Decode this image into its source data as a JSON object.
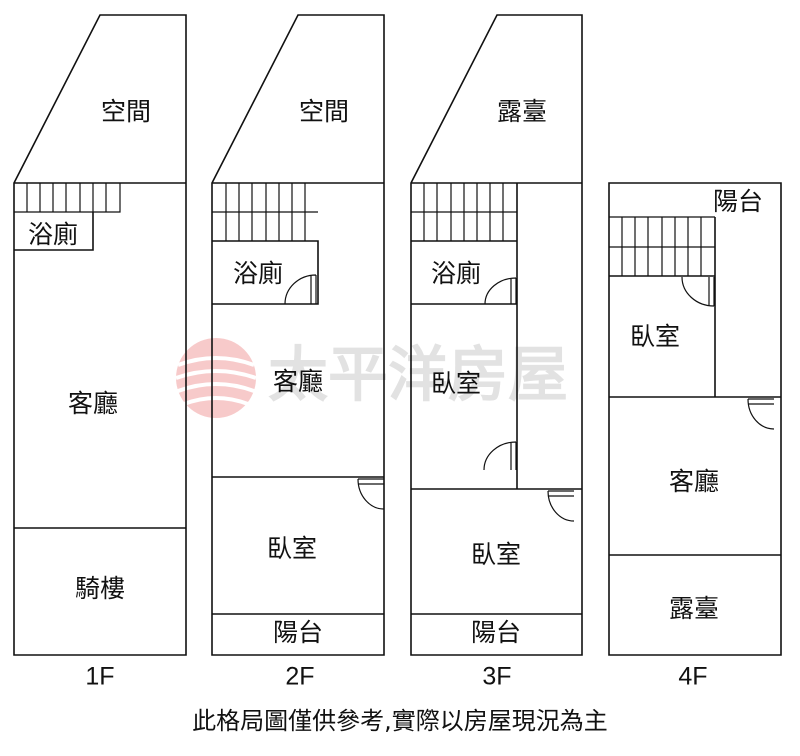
{
  "floors": [
    {
      "label": "1F",
      "rooms": {
        "top": "空間",
        "bath": "浴廁",
        "living": "客廳",
        "arcade": "騎樓"
      }
    },
    {
      "label": "2F",
      "rooms": {
        "top": "空間",
        "bath": "浴廁",
        "living": "客廳",
        "bedroom": "臥室",
        "balcony": "陽台"
      }
    },
    {
      "label": "3F",
      "rooms": {
        "top": "露臺",
        "bath": "浴廁",
        "bedroom1": "臥室",
        "bedroom2": "臥室",
        "balcony": "陽台"
      }
    },
    {
      "label": "4F",
      "rooms": {
        "balcony": "陽台",
        "bedroom": "臥室",
        "living": "客廳",
        "terrace": "露臺"
      }
    }
  ],
  "watermark": {
    "text": "太平洋房屋",
    "color": "#e8787a"
  },
  "disclaimer": "此格局圖僅供參考,實際以房屋現況為主"
}
